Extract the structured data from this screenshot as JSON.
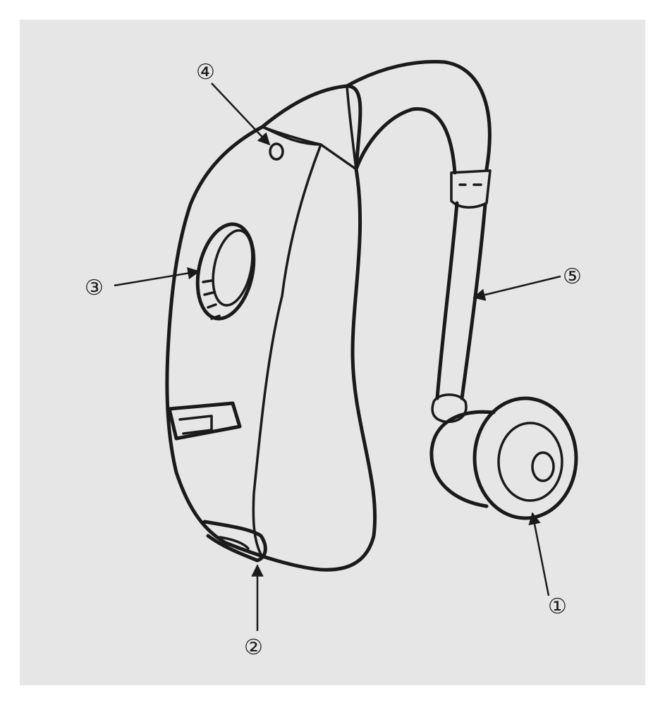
{
  "callouts": [
    {
      "id": "callout-1",
      "label": "①"
    },
    {
      "id": "callout-2",
      "label": "②"
    },
    {
      "id": "callout-3",
      "label": "③"
    },
    {
      "id": "callout-4",
      "label": "④"
    },
    {
      "id": "callout-5",
      "label": "⑤"
    }
  ],
  "colors": {
    "paper": "#e6e6e6",
    "ink": "#1a1a1a"
  },
  "icons": [
    "hearing-aid-illustration",
    "arrowhead-icon"
  ]
}
